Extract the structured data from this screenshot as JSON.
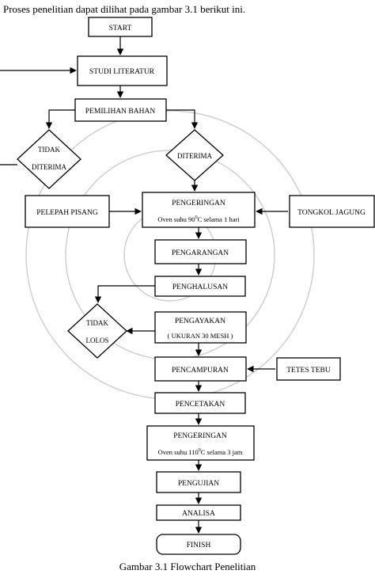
{
  "intro_text": "Proses penelitian dapat dilihat pada gambar 3.1 berikut ini.",
  "caption": "Gambar 3.1 Flowchart Penelitian",
  "nodes": {
    "start": "START",
    "studi_literatur": "STUDI LITERATUR",
    "pemilihan_bahan": "PEMILIHAN BAHAN",
    "tidak_diterima_1": "TIDAK",
    "tidak_diterima_2": "DITERIMA",
    "diterima": "DITERIMA",
    "pelepah_pisang": "PELEPAH PISANG",
    "pengeringan_1_title": "PENGERINGAN",
    "pengeringan_1_detail": "Oven suhu 90",
    "pengeringan_1_sup": "0",
    "pengeringan_1_detail_tail": "C selama 1 hari",
    "tongkol_jagung": "TONGKOL JAGUNG",
    "pengarangan": "PENGARANGAN",
    "penghalusan": "PENGHALUSAN",
    "pengayakan_title": "PENGAYAKAN",
    "pengayakan_detail": "( UKURAN 30 MESH )",
    "tidak_lolos_1": "TIDAK",
    "tidak_lolos_2": "LOLOS",
    "pencampuran": "PENCAMPURAN",
    "tetes_tebu": "TETES TEBU",
    "pencetakan": "PENCETAKAN",
    "pengeringan_2_title": "PENGERINGAN",
    "pengeringan_2_detail": "Oven suhu 110",
    "pengeringan_2_sup": "0",
    "pengeringan_2_detail_tail": "C selama 3 jam",
    "pengujian": "PENGUJIAN",
    "analisa": "ANALISA",
    "finish": "FINISH"
  }
}
